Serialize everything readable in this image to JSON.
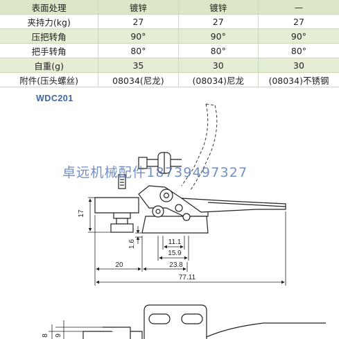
{
  "spec_table": {
    "rows": [
      [
        "表面处理",
        "镀锌",
        "镀锌",
        "—"
      ],
      [
        "夹持力(kg)",
        "27",
        "27",
        "27"
      ],
      [
        "压把转角",
        "90°",
        "90°",
        "90°"
      ],
      [
        "把手转角",
        "80°",
        "80°",
        "80°"
      ],
      [
        "自重(g)",
        "35",
        "30",
        "30"
      ],
      [
        "附件(压头螺丝)",
        "08034(尼龙)",
        "(08034)尼龙",
        "(08034)不锈钢"
      ]
    ]
  },
  "model_label": "WDC201",
  "watermark": "卓远机械配件18739497327",
  "dimensions": {
    "d17": "17",
    "d1_6": "1.6",
    "d11_1": "11.1",
    "d15_9": "15.9",
    "d20": "20",
    "d23_8": "23.8",
    "d77_11": "77.11",
    "d8": "8",
    "d9": "9"
  },
  "colors": {
    "table_stripe": "#e5eed5",
    "table_header": "#dbe7c6",
    "model_label": "#3a66a8",
    "watermark": "#4a6fb5"
  }
}
